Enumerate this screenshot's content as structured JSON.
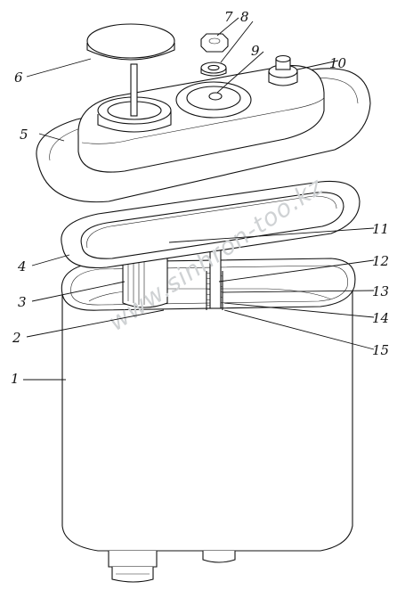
{
  "watermark": "www.sinhron-too.kz",
  "callouts": [
    {
      "id": "1",
      "label": "1"
    },
    {
      "id": "2",
      "label": "2"
    },
    {
      "id": "3",
      "label": "3"
    },
    {
      "id": "4",
      "label": "4"
    },
    {
      "id": "5",
      "label": "5"
    },
    {
      "id": "6",
      "label": "6"
    },
    {
      "id": "7",
      "label": "7"
    },
    {
      "id": "8",
      "label": "8"
    },
    {
      "id": "9",
      "label": "9"
    },
    {
      "id": "10",
      "label": "10"
    },
    {
      "id": "11",
      "label": "11"
    },
    {
      "id": "12",
      "label": "12"
    },
    {
      "id": "13",
      "label": "13"
    },
    {
      "id": "14",
      "label": "14"
    },
    {
      "id": "15",
      "label": "15"
    }
  ]
}
